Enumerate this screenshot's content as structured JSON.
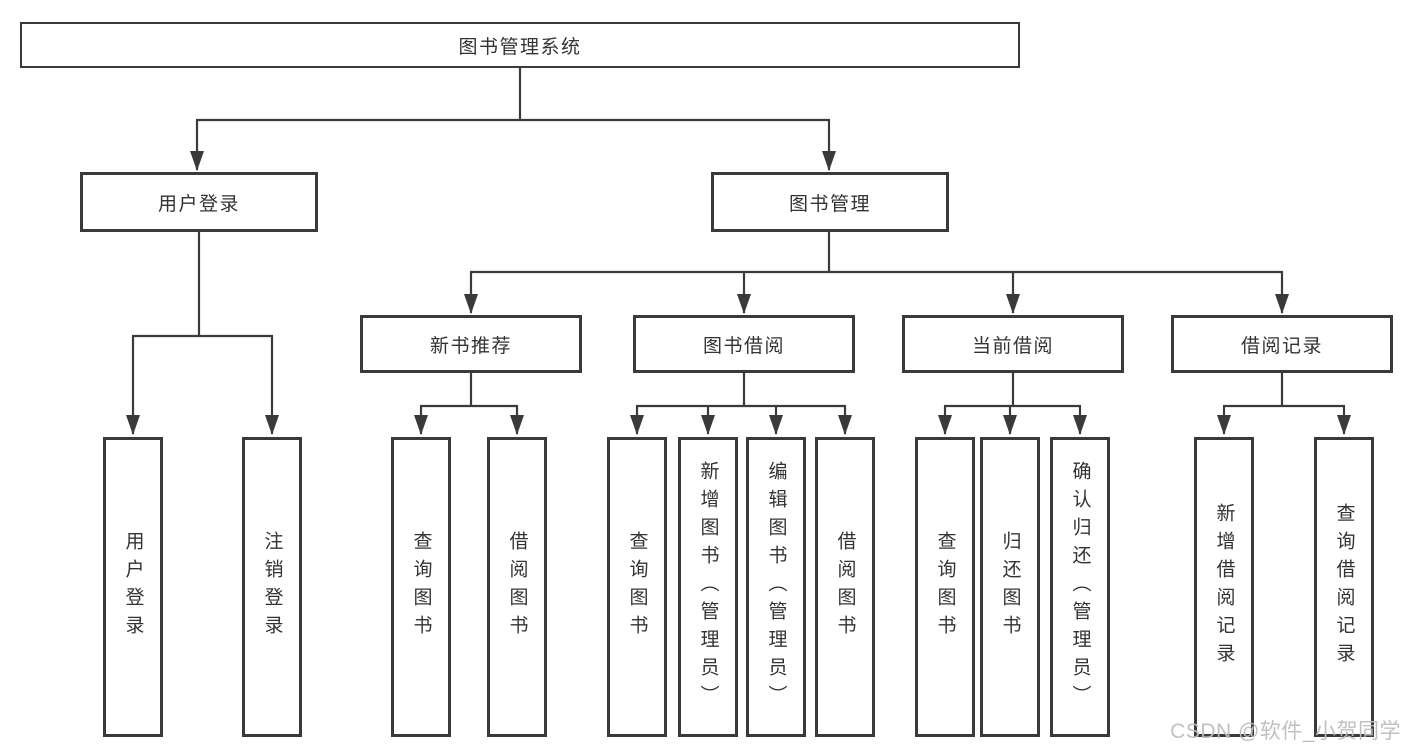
{
  "tree": {
    "root": {
      "label": "图书管理系统"
    },
    "children": [
      {
        "label": "用户登录",
        "children": [
          {
            "label": "用户登录"
          },
          {
            "label": "注销登录"
          }
        ]
      },
      {
        "label": "图书管理",
        "children": [
          {
            "label": "新书推荐",
            "children": [
              {
                "label": "查询图书"
              },
              {
                "label": "借阅图书"
              }
            ]
          },
          {
            "label": "图书借阅",
            "children": [
              {
                "label": "查询图书"
              },
              {
                "label": "新增图书（管理员）"
              },
              {
                "label": "编辑图书（管理员）"
              },
              {
                "label": "借阅图书"
              }
            ]
          },
          {
            "label": "当前借阅",
            "children": [
              {
                "label": "查询图书"
              },
              {
                "label": "归还图书"
              },
              {
                "label": "确认归还（管理员）"
              }
            ]
          },
          {
            "label": "借阅记录",
            "children": [
              {
                "label": "新增借阅记录"
              },
              {
                "label": "查询借阅记录"
              }
            ]
          }
        ]
      }
    ]
  },
  "watermark": {
    "text": "CSDN @软件_小贺同学"
  },
  "colors": {
    "line": "#3a3a3a",
    "text": "#333333",
    "watermark": "#bdbdbd"
  }
}
